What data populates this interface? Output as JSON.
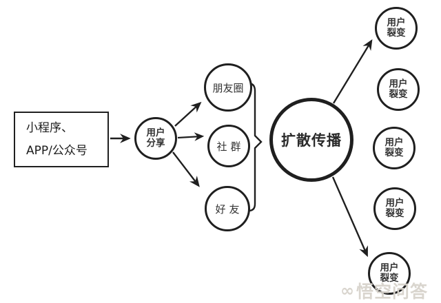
{
  "diagram": {
    "source_box": {
      "line1": "小程序、",
      "line2": "APP/公众号"
    },
    "share_node": {
      "line1": "用户",
      "line2": "分享"
    },
    "channels": [
      {
        "label": "朋友圈"
      },
      {
        "label": "社群"
      },
      {
        "label": "好友"
      }
    ],
    "hub": {
      "label": "扩散传播"
    },
    "fission": [
      {
        "line1": "用户",
        "line2": "裂变"
      },
      {
        "line1": "用户",
        "line2": "裂变"
      },
      {
        "line1": "用户",
        "line2": "裂变"
      },
      {
        "line1": "用户",
        "line2": "裂变"
      },
      {
        "line1": "用户",
        "line2": "裂变"
      }
    ],
    "watermark": "悟空问答",
    "colors": {
      "ink": "#1f1f1f",
      "background": "#ffffff",
      "watermark_gray": "#d7d3cc"
    }
  }
}
